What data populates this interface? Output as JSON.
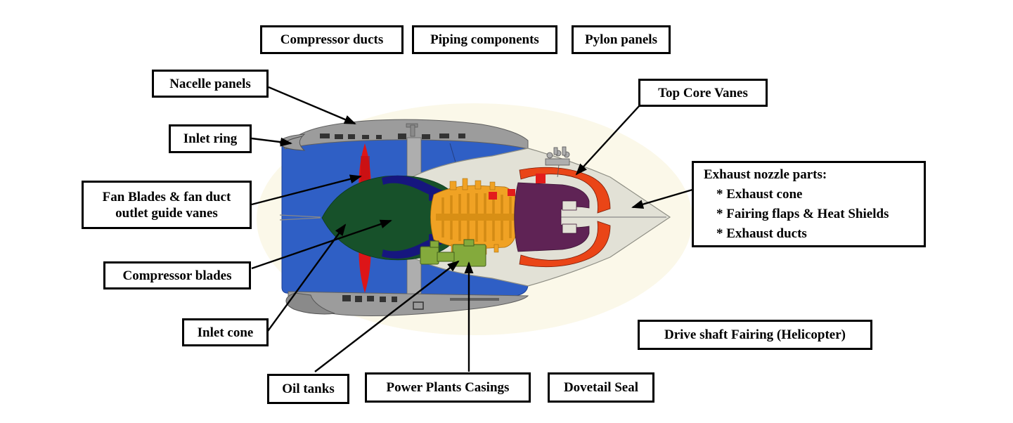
{
  "figure": {
    "description": "Turbofan jet engine cross-section diagram with labeled part callouts"
  },
  "labels": {
    "compressor_ducts": {
      "text": "Compressor ducts"
    },
    "piping_components": {
      "text": "Piping components"
    },
    "pylon_panels": {
      "text": "Pylon panels"
    },
    "nacelle_panels": {
      "text": "Nacelle panels"
    },
    "inlet_ring": {
      "text": "Inlet ring"
    },
    "fan_blades": {
      "text": "Fan Blades & fan duct\noutlet guide vanes"
    },
    "compressor_blades": {
      "text": "Compressor blades"
    },
    "inlet_cone": {
      "text": "Inlet cone"
    },
    "oil_tanks": {
      "text": "Oil tanks"
    },
    "power_plants_casings": {
      "text": "Power Plants Casings"
    },
    "dovetail_seal": {
      "text": "Dovetail Seal"
    },
    "top_core_vanes": {
      "text": "Top Core Vanes"
    },
    "exhaust_nozzle": {
      "title": "Exhaust nozzle parts:",
      "items": [
        "* Exhaust cone",
        "* Fairing flaps & Heat Shields",
        "* Exhaust ducts"
      ]
    },
    "drive_shaft_fairing": {
      "text": "Drive shaft Fairing (Helicopter)"
    }
  },
  "colors": {
    "arrow": "#000000",
    "box_border": "#000000",
    "box_bg": "#ffffff",
    "halo_cream": "#fbf8e9",
    "fan_duct_blue": "#2f5fc5",
    "nacelle_gray": "#9c9c9c",
    "nacelle_gray_dark": "#8a8a8a",
    "strut_gray": "#aeaeae",
    "detail_dark": "#333333",
    "fan_blade_red": "#dd1518",
    "fan_blade_red_dark": "#c00d10",
    "inlet_cone_green": "#17512a",
    "duct_navy": "#16167e",
    "core_orange": "#f0a224",
    "core_orange_dark": "#c07c0c",
    "core_orange_mid": "#d88f15",
    "casing_olive": "#84aa3c",
    "turbine_purple": "#5f2355",
    "exhaust_red_orange": "#ea4517",
    "accent_red": "#e31c1c",
    "cowl_beige": "#e2e1d6",
    "cowl_outline": "#8e8e84",
    "centerline_gray": "#8a8a8a"
  }
}
